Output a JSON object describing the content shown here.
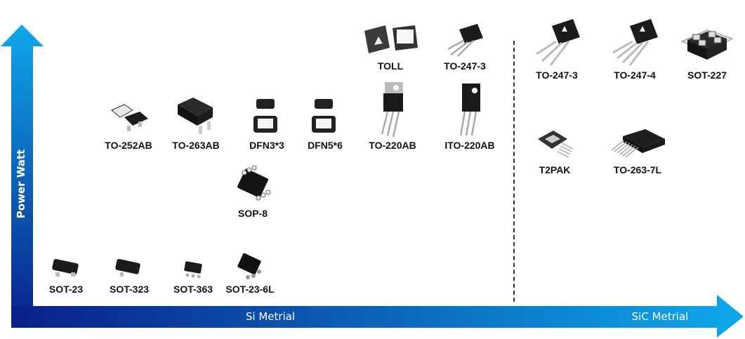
{
  "axes": {
    "y_label": "Power Watt",
    "x_label_left": "Si Metrial",
    "x_label_right": "SiC Metrial",
    "colors": {
      "dark": "#0a1f8a",
      "light": "#0ea8ea"
    }
  },
  "packages": {
    "si": [
      {
        "name": "SOT-23",
        "icon": "sot23-icon"
      },
      {
        "name": "SOT-323",
        "icon": "sot323-icon"
      },
      {
        "name": "SOT-363",
        "icon": "sot363-icon"
      },
      {
        "name": "SOT-23-6L",
        "icon": "sot236l-icon"
      },
      {
        "name": "SOP-8",
        "icon": "sop8-icon"
      },
      {
        "name": "TO-252AB",
        "icon": "to252ab-icon"
      },
      {
        "name": "TO-263AB",
        "icon": "to263ab-icon"
      },
      {
        "name": "DFN3*3",
        "icon": "dfn33-icon"
      },
      {
        "name": "DFN5*6",
        "icon": "dfn56-icon"
      },
      {
        "name": "TO-220AB",
        "icon": "to220ab-icon"
      },
      {
        "name": "ITO-220AB",
        "icon": "ito220ab-icon"
      },
      {
        "name": "TOLL",
        "icon": "toll-icon"
      },
      {
        "name": "TO-247-3",
        "icon": "to2473-icon"
      }
    ],
    "sic": [
      {
        "name": "TO-247-3",
        "icon": "to2473-icon"
      },
      {
        "name": "TO-247-4",
        "icon": "to2474-icon"
      },
      {
        "name": "SOT-227",
        "icon": "sot227-icon"
      },
      {
        "name": "T2PAK",
        "icon": "t2pak-icon"
      },
      {
        "name": "TO-263-7L",
        "icon": "to2637l-icon"
      }
    ]
  }
}
